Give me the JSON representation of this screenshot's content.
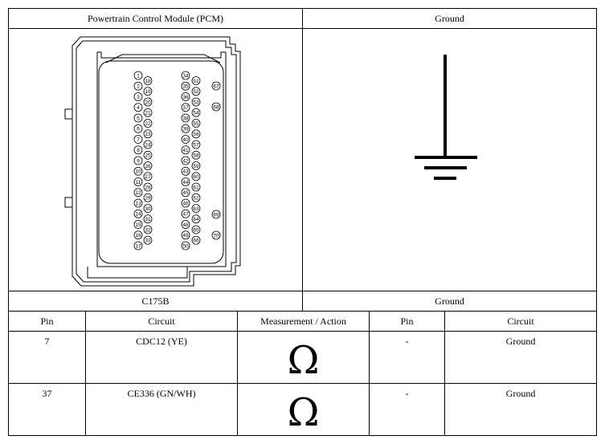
{
  "top_table": {
    "left_header": "Powertrain Control Module (PCM)",
    "right_header": "Ground",
    "left_footer": "C175B",
    "right_footer": "Ground"
  },
  "connector": {
    "left_column": [
      "1",
      "2",
      "3",
      "4",
      "5",
      "6",
      "7",
      "8",
      "9",
      "10",
      "11",
      "12",
      "13",
      "14",
      "15",
      "16",
      "17"
    ],
    "left_inner_column": [
      "18",
      "19",
      "20",
      "21",
      "22",
      "23",
      "24",
      "25",
      "26",
      "27",
      "28",
      "29",
      "30",
      "31",
      "32",
      "33"
    ],
    "mid_column": [
      "34",
      "35",
      "36",
      "37",
      "38",
      "39",
      "40",
      "41",
      "42",
      "43",
      "44",
      "45",
      "46",
      "47",
      "48",
      "49",
      "50"
    ],
    "mid_inner_column": [
      "51",
      "52",
      "53",
      "54",
      "55",
      "56",
      "57",
      "58",
      "59",
      "60",
      "61",
      "62",
      "63",
      "64",
      "65",
      "66"
    ],
    "extra_pins": [
      "67",
      "68",
      "69",
      "70"
    ]
  },
  "ground_symbol": {
    "icon": "ground-icon"
  },
  "measure_table": {
    "headers": [
      "Pin",
      "Circuit",
      "Measurement / Action",
      "Pin",
      "Circuit"
    ],
    "rows": [
      {
        "pin": "7",
        "circuit": "CDC12 (YE)",
        "action": "Ω",
        "rpin": "-",
        "rcircuit": "Ground"
      },
      {
        "pin": "37",
        "circuit": "CE336 (GN/WH)",
        "action": "Ω",
        "rpin": "-",
        "rcircuit": "Ground"
      }
    ]
  }
}
